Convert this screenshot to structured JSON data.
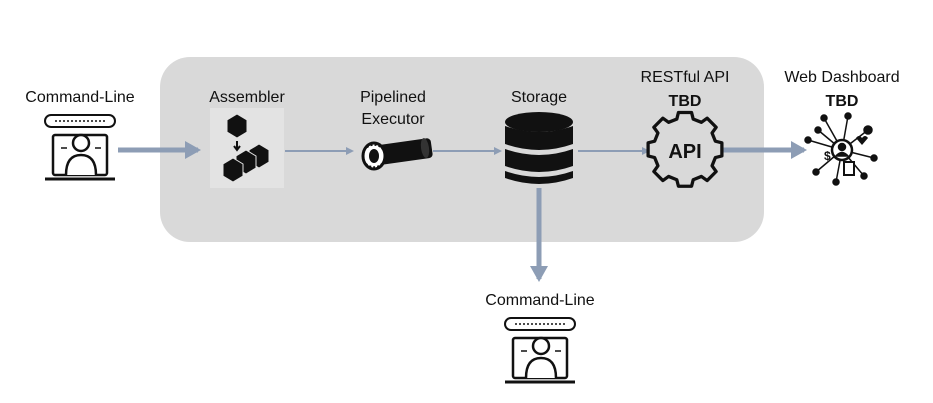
{
  "nodes": {
    "cli_left": {
      "title": "Command-Line",
      "icon": "command-line-user-icon"
    },
    "assembler": {
      "title": "Assembler",
      "icon": "assembler-blocks-icon"
    },
    "executor": {
      "title_line1": "Pipelined",
      "title_line2": "Executor",
      "icon": "pipeline-icon"
    },
    "storage": {
      "title": "Storage",
      "icon": "database-icon"
    },
    "api": {
      "title": "RESTful API",
      "status": "TBD",
      "icon": "api-gear-icon",
      "icon_text": "API"
    },
    "dashboard": {
      "title": "Web Dashboard",
      "status": "TBD",
      "icon": "dashboard-network-icon"
    },
    "cli_bottom": {
      "title": "Command-Line",
      "icon": "command-line-user-icon"
    }
  },
  "colors": {
    "container": "#d9d9d9",
    "arrow": "#8d9db5",
    "icon": "#111111"
  }
}
